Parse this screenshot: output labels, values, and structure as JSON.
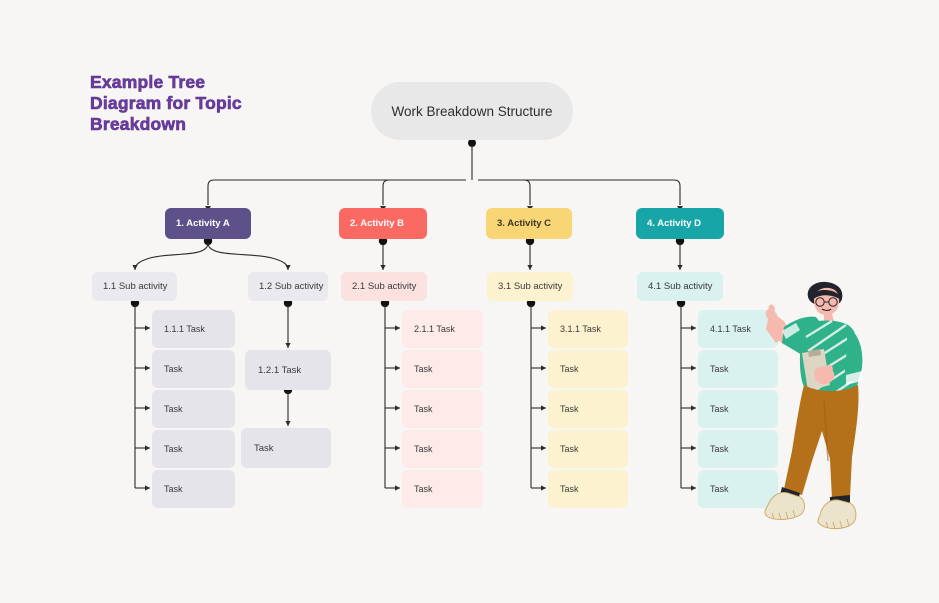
{
  "page": {
    "background_color": "#f7f6f4",
    "title_color": "#6b3fa0",
    "title": "Example Tree\nDiagram for Topic\nBreakdown",
    "title_line1": "Example Tree",
    "title_line2": "Diagram for Topic",
    "title_line3": "Breakdown"
  },
  "root": {
    "label": "Work Breakdown Structure",
    "color": "#e8e8e8"
  },
  "branches": [
    {
      "id": "a",
      "activity_label": "1. Activity A",
      "activity_color": "#5e5189",
      "activity_text_color": "#ffffff",
      "sub_color": "#e9e9ee",
      "task_color": "#e4e4ea",
      "subs": [
        {
          "label": "1.1 Sub activity",
          "layout": "spine",
          "tasks": [
            {
              "label": "1.1.1 Task"
            },
            {
              "label": "Task"
            },
            {
              "label": "Task"
            },
            {
              "label": "Task"
            },
            {
              "label": "Task"
            }
          ]
        },
        {
          "label": "1.2 Sub activity",
          "layout": "chain",
          "tasks": [
            {
              "label": "1.2.1 Task"
            },
            {
              "label": "Task"
            }
          ]
        }
      ]
    },
    {
      "id": "b",
      "activity_label": "2. Activity B",
      "activity_color": "#fb6a62",
      "activity_text_color": "#ffffff",
      "sub_color": "#fbe2e1",
      "task_color": "#fdeae9",
      "subs": [
        {
          "label": "2.1 Sub activity",
          "layout": "spine",
          "tasks": [
            {
              "label": "2.1.1 Task"
            },
            {
              "label": "Task"
            },
            {
              "label": "Task"
            },
            {
              "label": "Task"
            },
            {
              "label": "Task"
            }
          ]
        }
      ]
    },
    {
      "id": "c",
      "activity_label": "3. Activity C",
      "activity_color": "#f8d675",
      "activity_text_color": "#3d3528",
      "sub_color": "#fdf2cf",
      "task_color": "#fdf2cf",
      "subs": [
        {
          "label": "3.1 Sub activity",
          "layout": "spine",
          "tasks": [
            {
              "label": "3.1.1 Task"
            },
            {
              "label": "Task"
            },
            {
              "label": "Task"
            },
            {
              "label": "Task"
            },
            {
              "label": "Task"
            }
          ]
        }
      ]
    },
    {
      "id": "d",
      "activity_label": "4. Activity D",
      "activity_color": "#18a5a7",
      "activity_text_color": "#ffffff",
      "sub_color": "#d9f1ef",
      "task_color": "#d9f1ef",
      "subs": [
        {
          "label": "4.1 Sub activity",
          "layout": "spine",
          "tasks": [
            {
              "label": "4.1.1 Task"
            },
            {
              "label": "Task"
            },
            {
              "label": "Task"
            },
            {
              "label": "Task"
            },
            {
              "label": "Task"
            }
          ]
        }
      ]
    }
  ],
  "illustration": {
    "name": "person-pointing-with-clipboard",
    "hair_color": "#23232b",
    "sweater_color": "#2fb189",
    "pants_color": "#b5711a",
    "shoe_color": "#ece3cd",
    "skin_color": "#f6b9ae",
    "clipboard_color": "#ded6c4"
  }
}
